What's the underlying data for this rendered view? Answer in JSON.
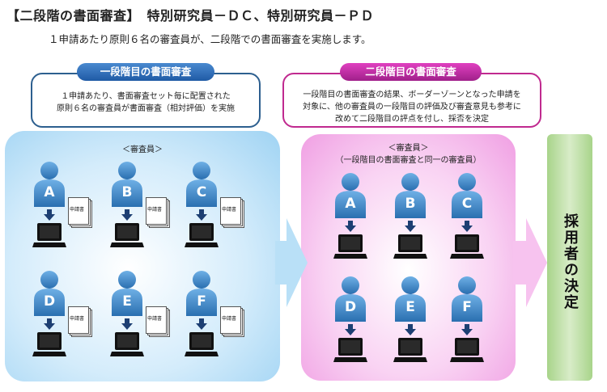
{
  "header": {
    "title": "【二段階の書面審査】　特別研究員－ＤＣ、特別研究員－ＰＤ",
    "subtitle": "１申請あたり原則６名の審査員が、二段階での書面審査を実施します。"
  },
  "stage1": {
    "label": "一段階目の書面審査",
    "desc_line1": "１申請あたり、書面審査セット毎に配置された",
    "desc_line2": "原則６名の審査員が書面審査（相対評価）を実施",
    "caption": "＜審査員＞",
    "doc_label": "申請書",
    "reviewers": [
      "A",
      "B",
      "C",
      "D",
      "E",
      "F"
    ]
  },
  "stage2": {
    "label": "二段階目の書面審査",
    "desc_line1": "一段階目の書面審査の結果、ボーダーゾーンとなった申請を",
    "desc_line2": "対象に、他の審査員の一段階目の評価及び審査意見も参考に",
    "desc_line3": "改めて二段階目の評点を付し、採否を決定",
    "caption_line1": "＜審査員＞",
    "caption_line2": "（一段階目の書面審査と同一の審査員）",
    "reviewers": [
      "A",
      "B",
      "C",
      "D",
      "E",
      "F"
    ]
  },
  "final": {
    "label": "採用者の決定"
  },
  "colors": {
    "stage1_accent": "#1f5aa5",
    "stage2_accent": "#a0208a",
    "person": "#3d86c6",
    "final": "#a8d48a"
  }
}
